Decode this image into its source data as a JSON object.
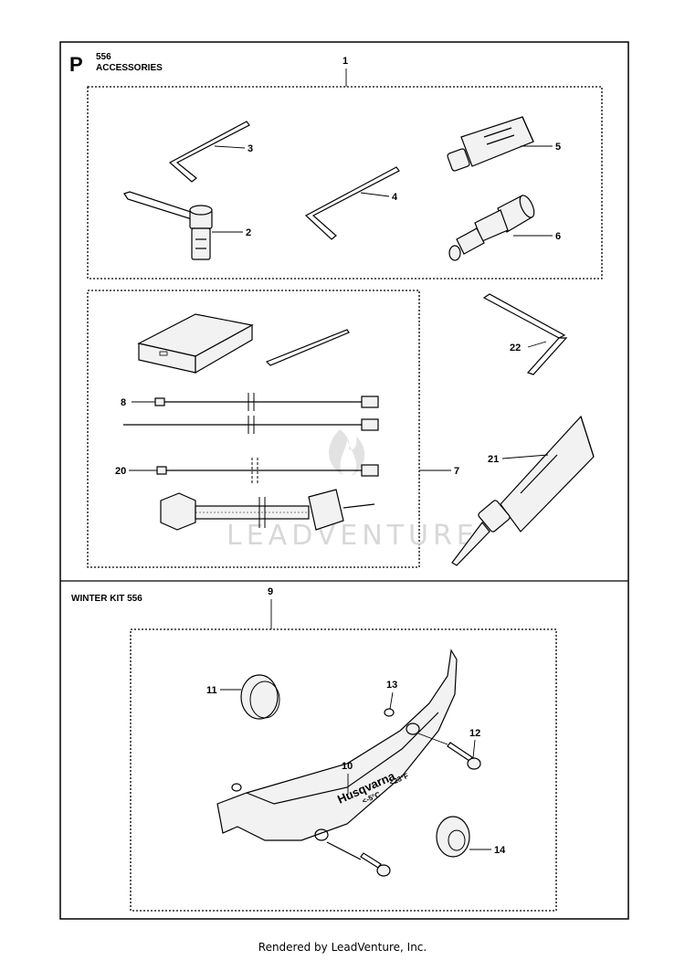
{
  "page": {
    "section_letter": "P",
    "model": "556",
    "title": "ACCESSORIES",
    "winter_title": "WINTER KIT 556",
    "watermark": "LEADVENTURE",
    "footer": "Rendered by LeadVenture, Inc."
  },
  "callouts": [
    {
      "id": "c1",
      "label": "1"
    },
    {
      "id": "c2",
      "label": "2"
    },
    {
      "id": "c3",
      "label": "3"
    },
    {
      "id": "c4",
      "label": "4"
    },
    {
      "id": "c5",
      "label": "5"
    },
    {
      "id": "c6",
      "label": "6"
    },
    {
      "id": "c7",
      "label": "7"
    },
    {
      "id": "c8",
      "label": "8"
    },
    {
      "id": "c9",
      "label": "9"
    },
    {
      "id": "c10",
      "label": "10"
    },
    {
      "id": "c11",
      "label": "11"
    },
    {
      "id": "c12",
      "label": "12"
    },
    {
      "id": "c13",
      "label": "13"
    },
    {
      "id": "c14",
      "label": "14"
    },
    {
      "id": "c20",
      "label": "20"
    },
    {
      "id": "c21",
      "label": "21"
    },
    {
      "id": "c22",
      "label": "22"
    }
  ]
}
